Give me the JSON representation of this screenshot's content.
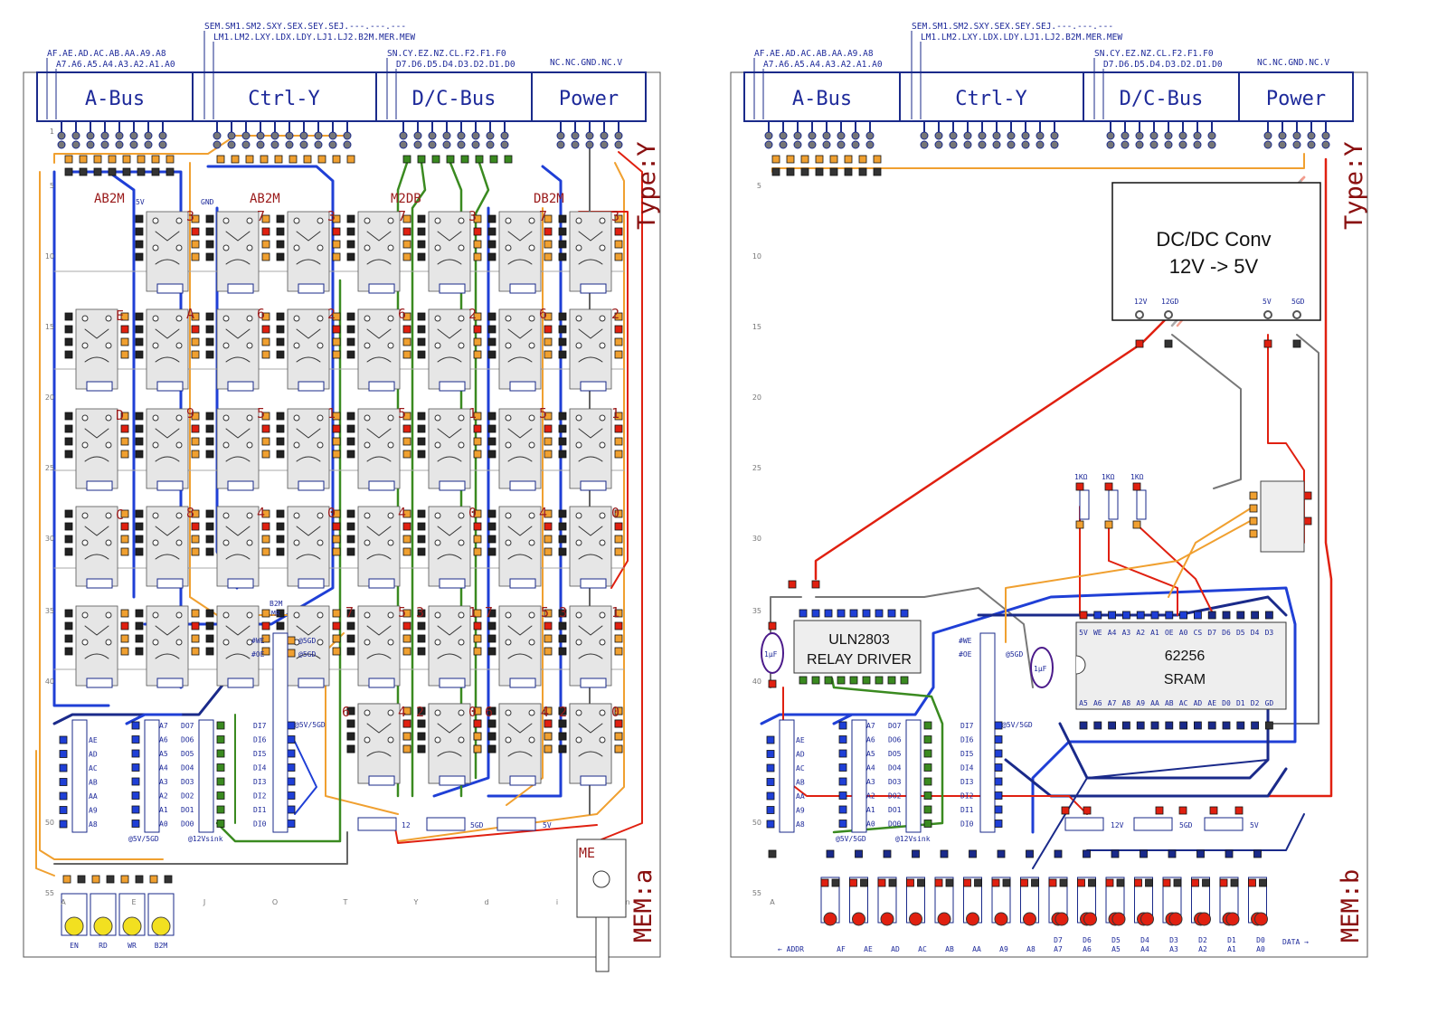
{
  "bus": {
    "a_bus": {
      "name": "A-Bus",
      "pins_top": "AF.AE.AD.AC.AB.AA.A9.A8",
      "pins_bottom": "A7.A6.A5.A4.A3.A2.A1.A0"
    },
    "ctrl_y": {
      "name": "Ctrl-Y",
      "pins_top": "SEM.SM1.SM2.SXY.SEX.SEY.SEJ.---.---.---",
      "pins_bottom": "LM1.LM2.LXY.LDX.LDY.LJ1.LJ2.B2M.MER.MEW"
    },
    "dc_bus": {
      "name": "D/C-Bus",
      "pins_top": "SN.CY.EZ.NZ.CL.F2.F1.F0",
      "pins_bottom": "D7.D6.D5.D4.D3.D2.D1.D0"
    },
    "power": {
      "name": "Power",
      "pins": "NC.NC.GND.NC.V"
    }
  },
  "board_a": {
    "type_label": "Type:Y",
    "mem_label": "MEM:a",
    "groups": [
      "AB2M",
      "AB2M",
      "M2DB",
      "DB2M"
    ],
    "row_bits_left": [
      "E",
      "D",
      "C"
    ],
    "row_bits_right": [
      "3",
      "2",
      "1",
      "0"
    ],
    "col_bits": [
      "7",
      "6",
      "5",
      "4"
    ],
    "small_labels": {
      "v5": "5V",
      "gnd": "GND",
      "b2m": "B2M",
      "mr": "MR",
      "we": "#WE",
      "oe": "#OE",
      "g5": "@5GD",
      "vsgd": "@5V/5GD",
      "v12sink": "@12Vsink",
      "me": "ME",
      "v12": "12",
      "gd5": "5GD",
      "v5b": "5V",
      "mw": "MW"
    },
    "addr_pins": [
      "AE",
      "AD",
      "AC",
      "AB",
      "AA",
      "A9",
      "A8"
    ],
    "addr_pins2": [
      "A7",
      "A6",
      "A5",
      "A4",
      "A3",
      "A2",
      "A1",
      "A0"
    ],
    "do_pins": [
      "DO7",
      "DO6",
      "DO5",
      "DO4",
      "DO3",
      "DO2",
      "DO1",
      "DO0"
    ],
    "di_pins": [
      "DI7",
      "DI6",
      "DI5",
      "DI4",
      "DI3",
      "DI2",
      "DI1",
      "DI0"
    ],
    "switches": [
      "EN",
      "RD",
      "WR",
      "B2M"
    ],
    "bottom_letters": [
      "A",
      "E",
      "J",
      "O",
      "T",
      "Y",
      "d",
      "i",
      "n"
    ]
  },
  "board_b": {
    "type_label": "Type:Y",
    "mem_label": "MEM:b",
    "dcdc_title": "DC/DC Conv",
    "dcdc_sub": "12V -> 5V",
    "dcdc_pins": [
      "12V",
      "12GD",
      "5V",
      "5GD"
    ],
    "resistors": [
      "1KΩ",
      "1KΩ",
      "1KΩ"
    ],
    "uln_title": "ULN2803",
    "uln_sub": "RELAY DRIVER",
    "sram_title": "62256",
    "sram_sub": "SRAM",
    "sram_top_pins": [
      "5V",
      "WE",
      "A4",
      "A3",
      "A2",
      "A1",
      "OE",
      "A0",
      "CS",
      "D7",
      "D6",
      "D5",
      "D4",
      "D3"
    ],
    "sram_bottom_pins": [
      "A5",
      "A6",
      "A7",
      "A8",
      "A9",
      "AA",
      "AB",
      "AC",
      "AD",
      "AE",
      "D0",
      "D1",
      "D2",
      "GD"
    ],
    "cap": "1μF",
    "rows": [
      "5",
      "10",
      "15",
      "20",
      "25",
      "30",
      "35",
      "40",
      "50",
      "55"
    ],
    "addr_arrow": "← ADDR",
    "data_arrow": "DATA →",
    "strip_addr": [
      "AF",
      "AE",
      "AD",
      "AC",
      "AB",
      "AA",
      "A9",
      "A8"
    ],
    "strip_data": [
      "D7",
      "D6",
      "D5",
      "D4",
      "D3",
      "D2",
      "D1",
      "D0"
    ],
    "strip_addr_low": [
      "A7",
      "A6",
      "A5",
      "A4",
      "A3",
      "A2",
      "A1",
      "A0"
    ],
    "pwr_labels": [
      "12V",
      "5GD",
      "5V"
    ]
  },
  "colors": {
    "blue": "#1f3fd6",
    "navy": "#1a2a8a",
    "orange": "#f0a030",
    "red": "#e02010",
    "green": "#3a8a20",
    "gray": "#666666",
    "dark_red": "#8a1010"
  }
}
